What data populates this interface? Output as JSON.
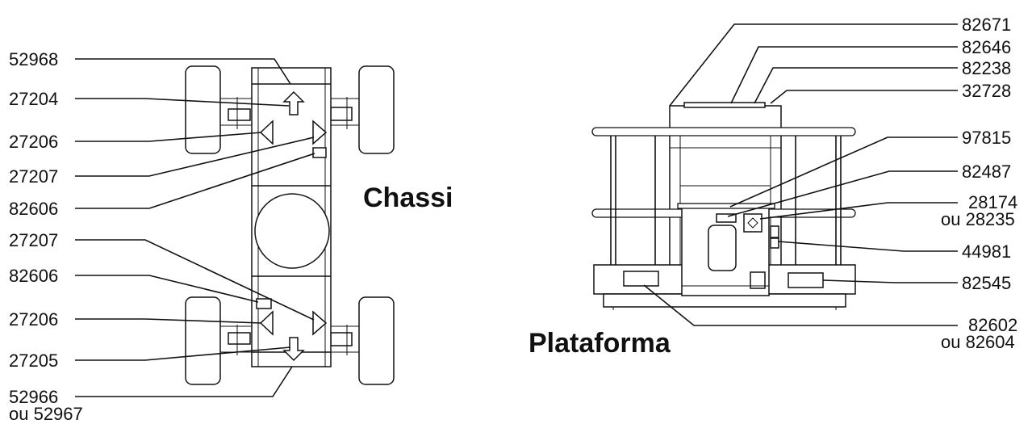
{
  "chassis": {
    "title": "Chassi",
    "callouts": [
      {
        "id": "c1",
        "label": "52968"
      },
      {
        "id": "c2",
        "label": "27204"
      },
      {
        "id": "c3",
        "label": "27206"
      },
      {
        "id": "c4",
        "label": "27207"
      },
      {
        "id": "c5",
        "label": "82606"
      },
      {
        "id": "c6",
        "label": "27207"
      },
      {
        "id": "c7",
        "label": "82606"
      },
      {
        "id": "c8",
        "label": "27206"
      },
      {
        "id": "c9",
        "label": "27205"
      },
      {
        "id": "c10",
        "label": "52966",
        "label2": "ou 52967"
      }
    ]
  },
  "platform": {
    "title": "Plataforma",
    "callouts": [
      {
        "id": "p1",
        "label": "82671"
      },
      {
        "id": "p2",
        "label": "82646"
      },
      {
        "id": "p3",
        "label": "82238"
      },
      {
        "id": "p4",
        "label": "32728"
      },
      {
        "id": "p5",
        "label": "97815"
      },
      {
        "id": "p6",
        "label": "82487"
      },
      {
        "id": "p7",
        "label": "28174",
        "label2": "ou 28235"
      },
      {
        "id": "p8",
        "label": "44981"
      },
      {
        "id": "p9",
        "label": "82545"
      },
      {
        "id": "p10",
        "label": "82602",
        "label2": "ou 82604"
      }
    ]
  }
}
